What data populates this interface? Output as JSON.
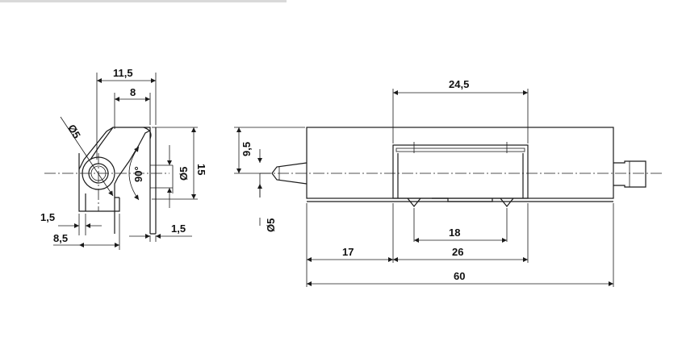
{
  "dimensions": {
    "side_width_top": "11,5",
    "side_width_inner": "8",
    "hole_diameter_left": "Ø5",
    "angle": "90°",
    "slot_diameter": "Ø5",
    "side_height": "15",
    "wall_left": "1,5",
    "side_bottom_width": "8,5",
    "wall_right": "1,5",
    "front_height": "9,5",
    "front_pin_diameter": "Ø5",
    "clip_width": "24,5",
    "notch_width": "18",
    "offset": "17",
    "body_width": "26",
    "total_length": "60"
  }
}
